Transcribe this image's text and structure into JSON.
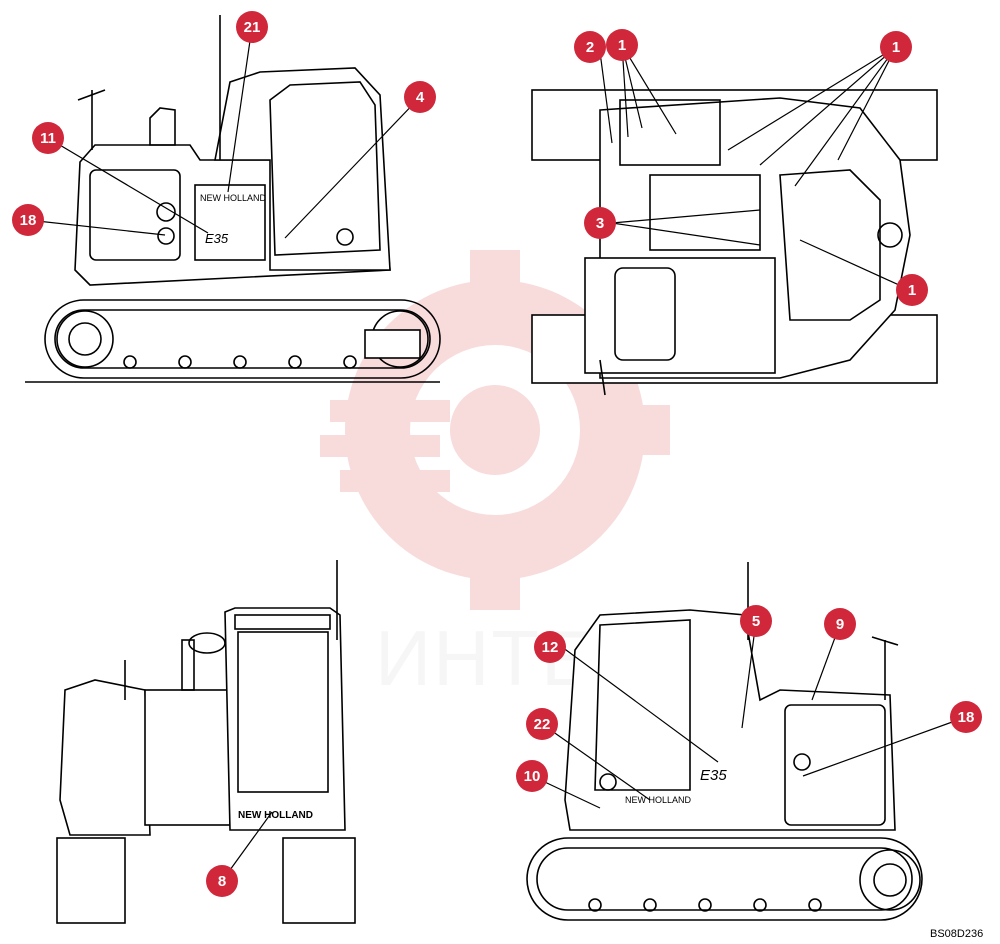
{
  "drawing_code": "BS08D236",
  "watermark_text": "ИНТЕХ",
  "callout_color": "#d0273b",
  "views": [
    {
      "name": "left-side-view",
      "callouts": [
        "21",
        "4",
        "11",
        "18"
      ]
    },
    {
      "name": "top-view",
      "callouts": [
        "2",
        "1",
        "1",
        "3",
        "1"
      ]
    },
    {
      "name": "rear-view",
      "callouts": [
        "8"
      ]
    },
    {
      "name": "right-side-view",
      "callouts": [
        "12",
        "5",
        "9",
        "22",
        "18",
        "10"
      ]
    }
  ],
  "decals": {
    "brand_left": "NEW HOLLAND",
    "model_left": "E35",
    "brand_rear": "NEW HOLLAND",
    "brand_right": "NEW HOLLAND",
    "model_right": "E35"
  }
}
